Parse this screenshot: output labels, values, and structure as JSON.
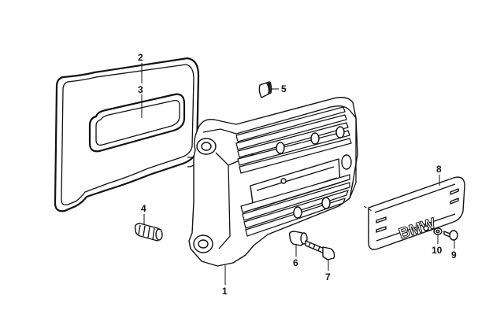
{
  "diagram": {
    "callouts": [
      {
        "id": "1",
        "label": "1"
      },
      {
        "id": "2",
        "label": "2"
      },
      {
        "id": "3",
        "label": "3"
      },
      {
        "id": "4",
        "label": "4"
      },
      {
        "id": "5",
        "label": "5"
      },
      {
        "id": "6",
        "label": "6"
      },
      {
        "id": "7",
        "label": "7"
      },
      {
        "id": "8",
        "label": "8"
      },
      {
        "id": "9",
        "label": "9"
      },
      {
        "id": "10",
        "label": "10"
      }
    ],
    "emblem_text": "BMW"
  }
}
